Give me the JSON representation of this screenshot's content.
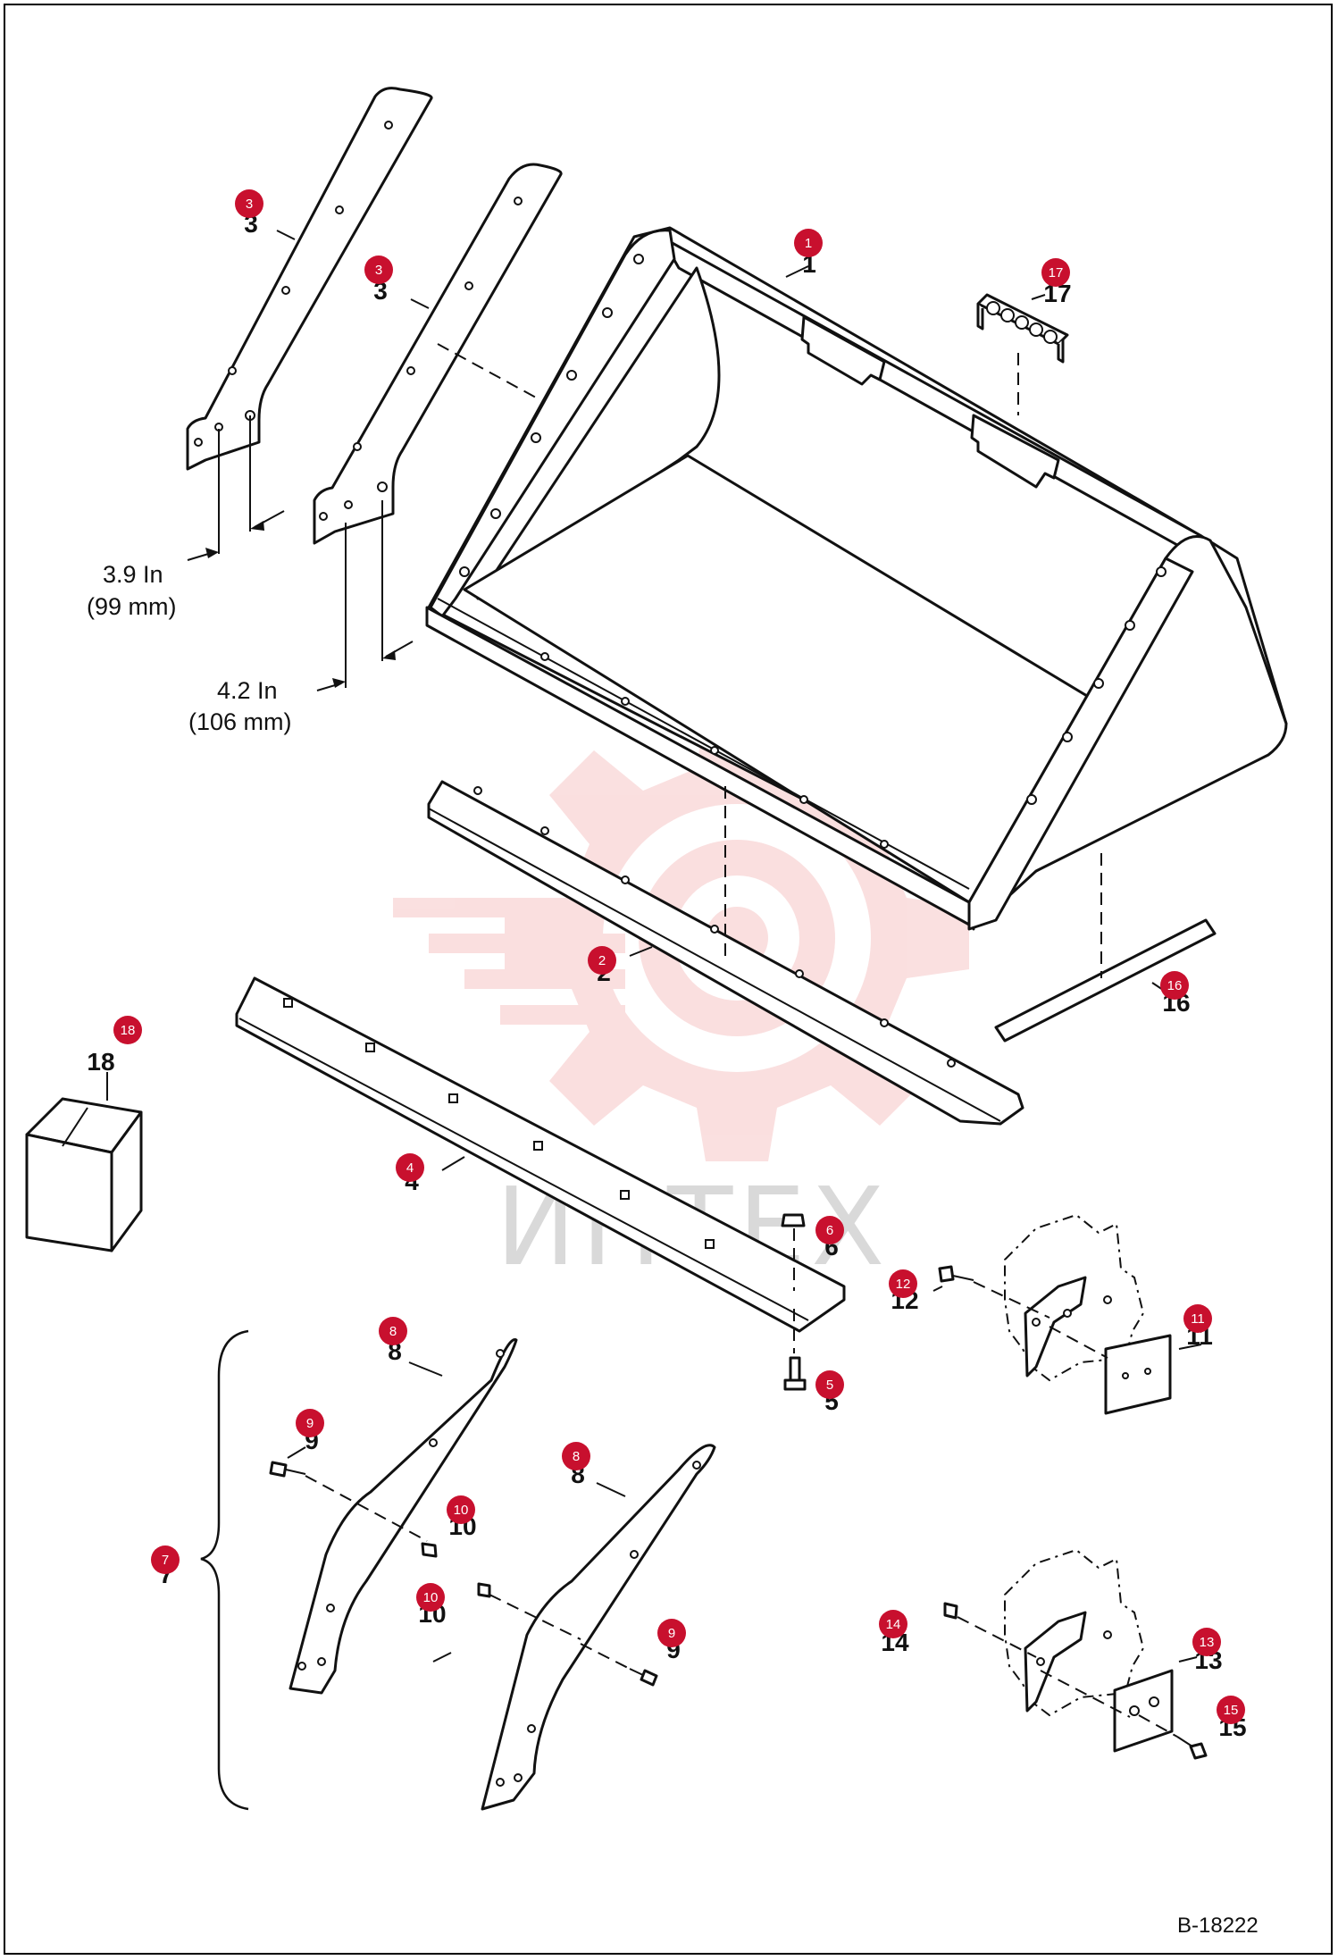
{
  "watermark": {
    "text": "ИНТЕХ",
    "color": "#f3c9c9"
  },
  "badge_color": "#c8102e",
  "callouts": [
    {
      "id": "c1",
      "badge": "1",
      "label": "1"
    },
    {
      "id": "c2",
      "badge": "2",
      "label": "2"
    },
    {
      "id": "c3a",
      "badge": "3",
      "label": "3"
    },
    {
      "id": "c3b",
      "badge": "3",
      "label": "3"
    },
    {
      "id": "c4",
      "badge": "4",
      "label": "4"
    },
    {
      "id": "c5",
      "badge": "5",
      "label": "5"
    },
    {
      "id": "c6",
      "badge": "6",
      "label": "6"
    },
    {
      "id": "c7",
      "badge": "7",
      "label": "7"
    },
    {
      "id": "c8a",
      "badge": "8",
      "label": "8"
    },
    {
      "id": "c8b",
      "badge": "8",
      "label": "8"
    },
    {
      "id": "c9a",
      "badge": "9",
      "label": "9"
    },
    {
      "id": "c9b",
      "badge": "9",
      "label": "9"
    },
    {
      "id": "c10a",
      "badge": "10",
      "label": "10"
    },
    {
      "id": "c10b",
      "badge": "10",
      "label": "10"
    },
    {
      "id": "c11",
      "badge": "11",
      "label": "11"
    },
    {
      "id": "c12",
      "badge": "12",
      "label": "12"
    },
    {
      "id": "c13",
      "badge": "13",
      "label": "13"
    },
    {
      "id": "c14",
      "badge": "14",
      "label": "14"
    },
    {
      "id": "c15",
      "badge": "15",
      "label": "15"
    },
    {
      "id": "c16",
      "badge": "16",
      "label": "16"
    },
    {
      "id": "c17",
      "badge": "17",
      "label": "17"
    },
    {
      "id": "c18",
      "badge": "18",
      "label": "18"
    }
  ],
  "dimensions": {
    "d1": {
      "line1": "3.9 In",
      "line2": "(99 mm)"
    },
    "d2": {
      "line1": "4.2 In",
      "line2": "(106 mm)"
    }
  },
  "figure_ref": "B-18222"
}
